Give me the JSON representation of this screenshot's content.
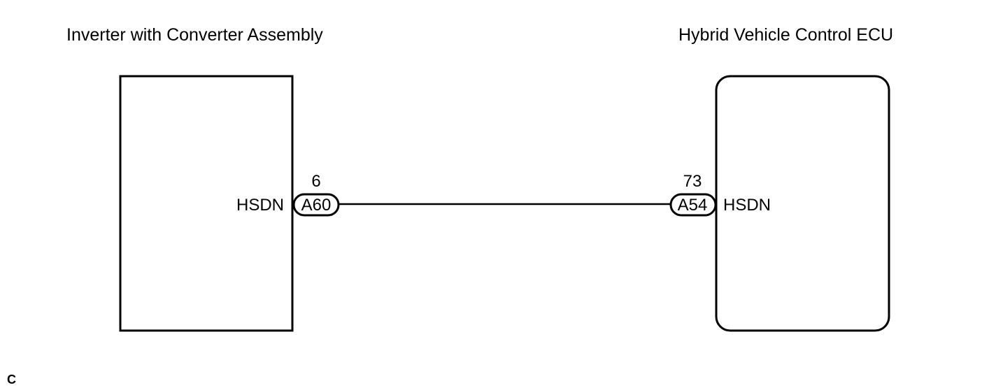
{
  "left_component": {
    "title": "Inverter with Converter Assembly",
    "pin_label": "HSDN",
    "pin_number": "6",
    "connector": "A60"
  },
  "right_component": {
    "title": "Hybrid Vehicle Control ECU",
    "pin_label": "HSDN",
    "pin_number": "73",
    "connector": "A54"
  },
  "footer_code": "C",
  "colors": {
    "line": "#000000",
    "background": "#ffffff"
  }
}
